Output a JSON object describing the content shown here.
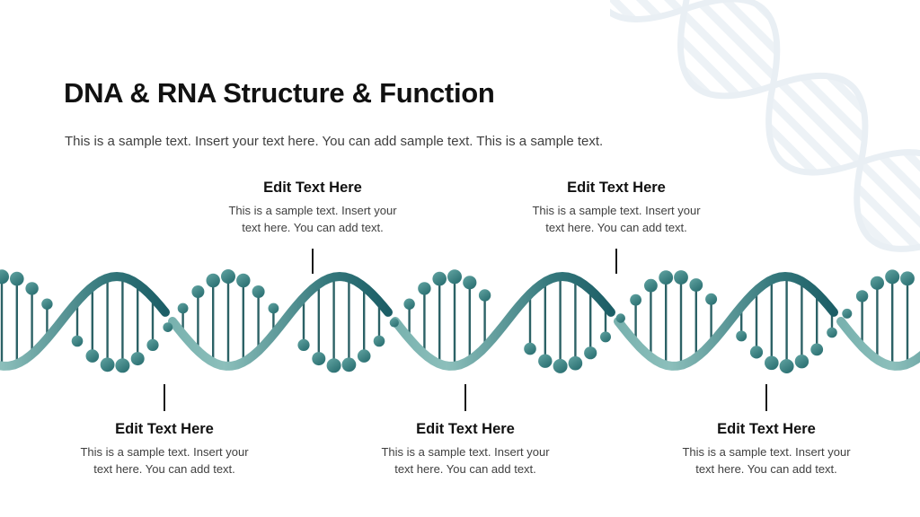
{
  "slide": {
    "title": "DNA & RNA Structure & Function",
    "subtitle": "This is a sample text. Insert your text here. You can add sample text. This is a sample text."
  },
  "callouts": {
    "top": [
      {
        "title": "Edit Text Here",
        "line1": "This is a sample text. Insert your",
        "line2": "text here. You can add text."
      },
      {
        "title": "Edit Text Here",
        "line1": "This is a sample text. Insert your",
        "line2": "text here. You can add text."
      }
    ],
    "bottom": [
      {
        "title": "Edit Text Here",
        "line1": "This is a sample text. Insert your",
        "line2": "text here. You can add text."
      },
      {
        "title": "Edit Text Here",
        "line1": "This is a sample text. Insert your",
        "line2": "text here. You can add text."
      },
      {
        "title": "Edit Text Here",
        "line1": "This is a sample text. Insert your",
        "line2": "text here. You can add text."
      }
    ]
  },
  "illustration": {
    "main": "dna-double-helix-strand",
    "watermark": "dna-helix-watermark",
    "colors": {
      "strand_light": "#8CBFBB",
      "strand_mid": "#79B2AF",
      "strand_dark": "#1C5E66",
      "dot_light": "#63A5A3",
      "dot_dark": "#2B7072",
      "stick": "#2C6266",
      "watermark_stroke": "#E9EFF4",
      "watermark_stripe": "#EDF2F6",
      "connector": "#1A1A1A"
    }
  }
}
